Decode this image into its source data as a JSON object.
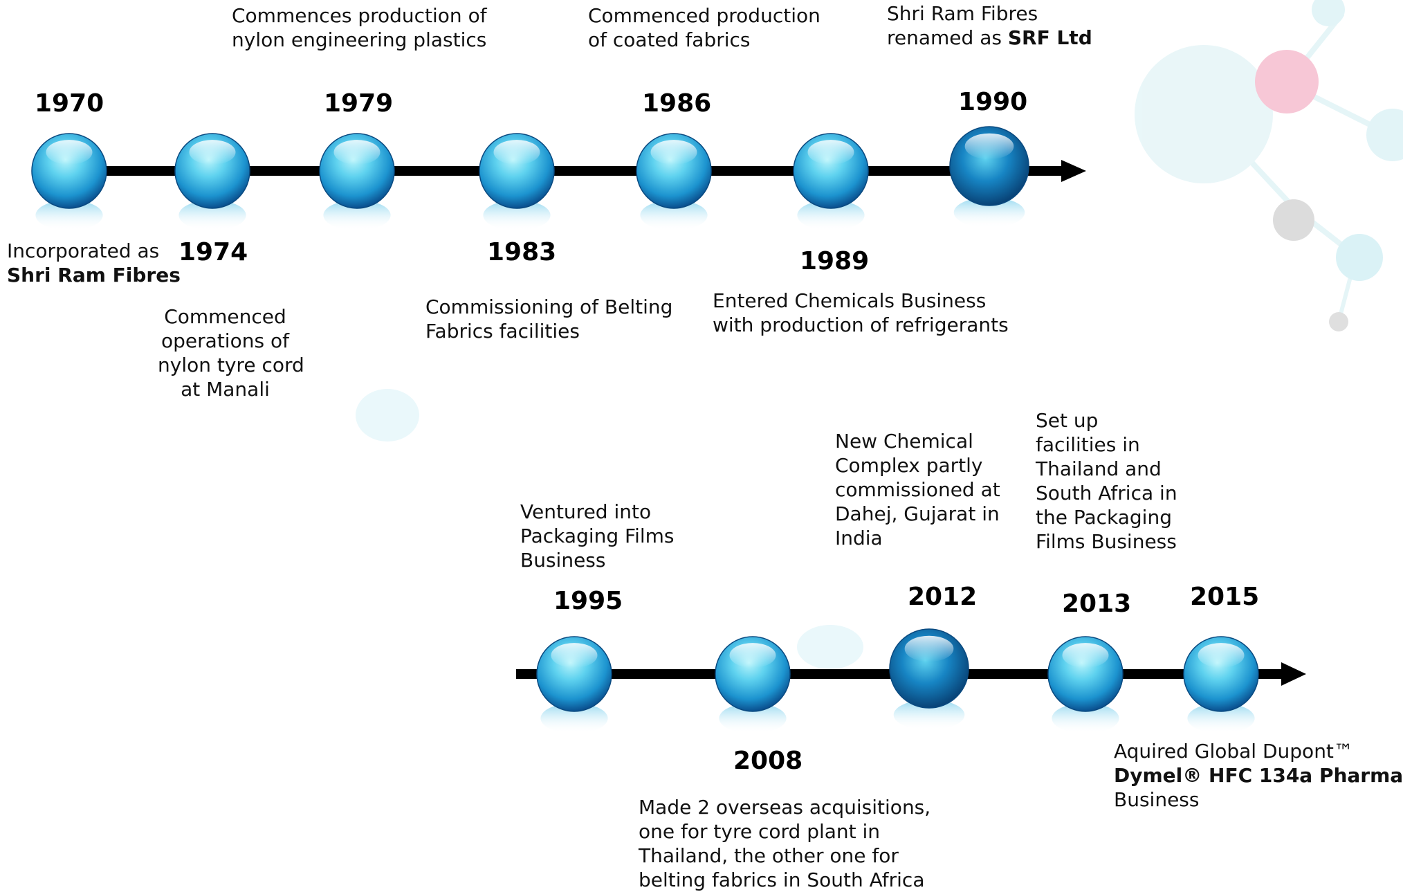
{
  "timeline_top": {
    "milestones": [
      {
        "year": "1970",
        "lines": [
          {
            "text": "Incorporated as",
            "bold": false
          },
          {
            "text": "Shri Ram Fibres",
            "bold": true
          }
        ]
      },
      {
        "year": "1974",
        "lines": [
          {
            "text": "Commenced",
            "bold": false
          },
          {
            "text": "operations of",
            "bold": false
          },
          {
            "text": "nylon tyre cord",
            "bold": false
          },
          {
            "text": "at Manali",
            "bold": false
          }
        ]
      },
      {
        "year": "1979",
        "lines": [
          {
            "text": "Commences production of",
            "bold": false
          },
          {
            "text": "nylon engineering plastics",
            "bold": false
          }
        ]
      },
      {
        "year": "1983",
        "lines": [
          {
            "text": "Commissioning of Belting",
            "bold": false
          },
          {
            "text": "Fabrics facilities",
            "bold": false
          }
        ]
      },
      {
        "year": "1986",
        "lines": [
          {
            "text": "Commenced production",
            "bold": false
          },
          {
            "text": "of coated fabrics",
            "bold": false
          }
        ]
      },
      {
        "year": "1989",
        "lines": [
          {
            "text": "Entered Chemicals Business",
            "bold": false
          },
          {
            "text": "with production of refrigerants",
            "bold": false
          }
        ]
      },
      {
        "year": "1990",
        "lines": [
          {
            "text": "Shri Ram Fibres",
            "bold": false
          },
          {
            "segments": [
              {
                "text": "renamed as ",
                "bold": false
              },
              {
                "text": "SRF Ltd",
                "bold": true
              }
            ]
          }
        ]
      }
    ]
  },
  "timeline_bottom": {
    "milestones": [
      {
        "year": "1995",
        "lines": [
          {
            "text": "Ventured into",
            "bold": false
          },
          {
            "text": "Packaging Films",
            "bold": false
          },
          {
            "text": "Business",
            "bold": false
          }
        ]
      },
      {
        "year": "2008",
        "lines": [
          {
            "text": "Made 2 overseas acquisitions,",
            "bold": false
          },
          {
            "text": "one for tyre cord plant in",
            "bold": false
          },
          {
            "text": "Thailand, the other one for",
            "bold": false
          },
          {
            "text": "belting fabrics in South Africa",
            "bold": false
          }
        ]
      },
      {
        "year": "2012",
        "lines": [
          {
            "text": "New Chemical",
            "bold": false
          },
          {
            "text": "Complex partly",
            "bold": false
          },
          {
            "text": "commissioned at",
            "bold": false
          },
          {
            "text": "Dahej, Gujarat in",
            "bold": false
          },
          {
            "text": "India",
            "bold": false
          }
        ]
      },
      {
        "year": "2013",
        "lines": [
          {
            "text": "Set up",
            "bold": false
          },
          {
            "text": "facilities in",
            "bold": false
          },
          {
            "text": "Thailand and",
            "bold": false
          },
          {
            "text": "South Africa in",
            "bold": false
          },
          {
            "text": "the Packaging",
            "bold": false
          },
          {
            "text": "Films Business",
            "bold": false
          }
        ]
      },
      {
        "year": "2015",
        "lines": [
          {
            "text": "Aquired Global Dupont™",
            "bold": false
          },
          {
            "text": "Dymel® HFC 134a Pharma",
            "bold": true
          },
          {
            "text": "Business",
            "bold": false
          }
        ]
      }
    ]
  },
  "colors": {
    "node_light": "#7fe6f4",
    "node_mid": "#1fa3d6",
    "node_dark": "#0b4f8c",
    "axis": "#000000",
    "molecule_cyan": "#cfeff4",
    "molecule_pink": "#f5a3bd",
    "molecule_grey": "#cfcfcf"
  }
}
